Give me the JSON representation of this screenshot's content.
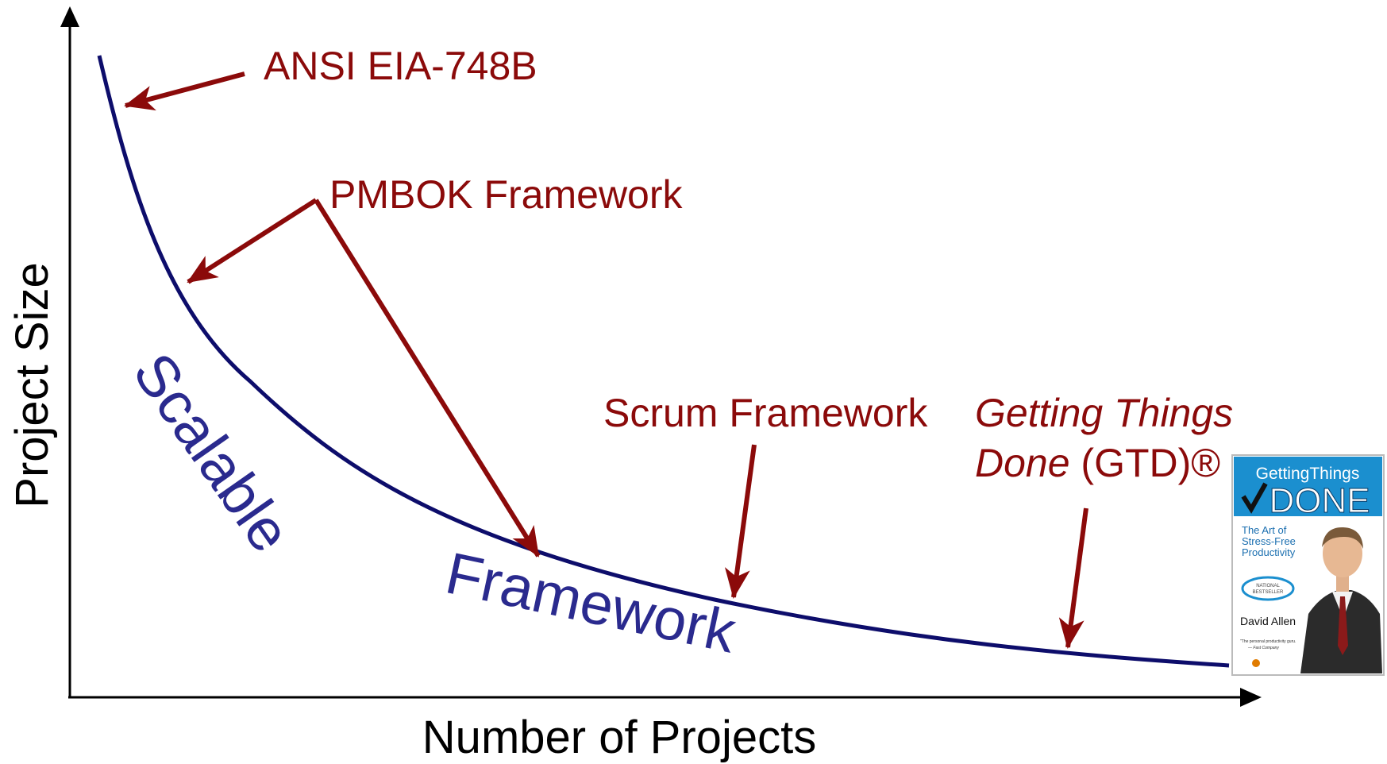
{
  "axes": {
    "x_label": "Number of Projects",
    "y_label": "Project Size"
  },
  "curve_labels": {
    "word1": "Scalable",
    "word2": "Framework"
  },
  "annotations": {
    "ansi": "ANSI EIA-748B",
    "pmbok": "PMBOK Framework",
    "scrum": "Scrum Framework",
    "gtd_line1": "Getting Things",
    "gtd_line2_italic": "Done",
    "gtd_line2_rest": " (GTD)®"
  },
  "book": {
    "title_top": "GettingThings",
    "title_big": "DONE",
    "subtitle_1": "The Art of",
    "subtitle_2": "Stress-Free",
    "subtitle_3": "Productivity",
    "badge_1": "NATIONAL",
    "badge_2": "BESTSELLER",
    "author": "David Allen",
    "quote": "\"The personal productivity guru.\"",
    "quote_source": "— Fast Company"
  },
  "colors": {
    "curve": "#0d0d6b",
    "curve_text": "#2a2a8e",
    "annotation": "#8b0a0a",
    "axis": "#000000",
    "book_header": "#1b8fcf"
  }
}
